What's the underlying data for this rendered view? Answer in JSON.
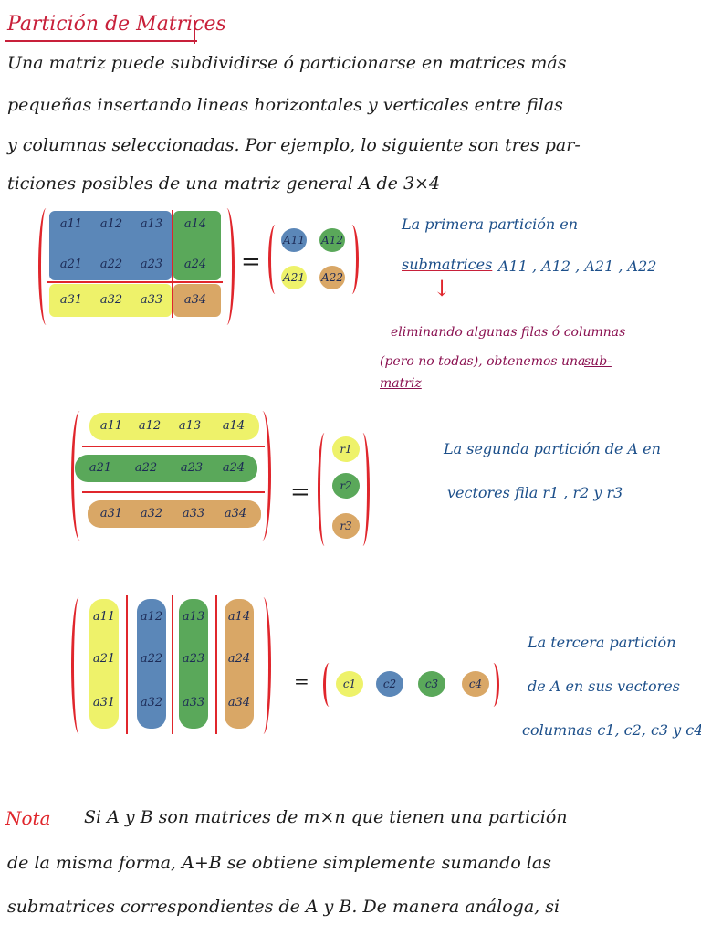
{
  "title": "Partición de Matrices",
  "paragraph": [
    "Una matriz puede subdividirse ó particionarse en matrices más",
    "pequeñas insertando lineas horizontales y verticales entre filas",
    "y columnas seleccionadas. Por ejemplo, lo siguiente son tres par-",
    "ticiones posibles de una matriz general A de 3×4"
  ],
  "matrix": {
    "rows": [
      [
        "a11",
        "a12",
        "a13",
        "a14"
      ],
      [
        "a21",
        "a22",
        "a23",
        "a24"
      ],
      [
        "a31",
        "a32",
        "a33",
        "a34"
      ]
    ]
  },
  "partition1": {
    "equals": "=",
    "blocks": [
      "A11",
      "A12",
      "A21",
      "A22"
    ],
    "note_line1": "La primera partición en",
    "note_underlined": "submatrices",
    "note_blocks": "A11 , A12 , A21 , A22",
    "arrow": "↓",
    "red_line1": "eliminando algunas filas ó columnas",
    "red_line2_a": "(pero no todas), obtenemos una",
    "red_sub": "sub-",
    "red_line3": "matriz"
  },
  "partition2": {
    "equals": "=",
    "rows_labels": [
      "r1",
      "r2",
      "r3"
    ],
    "note_line1": "La segunda partición de A en",
    "note_line2": "vectores fila r1 , r2 y r3"
  },
  "partition3": {
    "equals": "=",
    "col_labels": [
      "c1",
      "c2",
      "c3",
      "c4"
    ],
    "note_line1": "La tercera partición",
    "note_line2": "de A en sus vectores",
    "note_line3": "columnas c1, c2, c3 y c4."
  },
  "nota": {
    "label": "Nota",
    "line1": "Si A y B son matrices de m×n que tienen una partición",
    "line2": "de la misma forma, A+B se obtiene simplemente sumando las",
    "line3": "submatrices correspondientes de A y B. De manera análoga, si"
  },
  "colors": {
    "blue": "#5b87b8",
    "green": "#5aa85a",
    "yellow": "#eef26a",
    "orange": "#d9a766",
    "red": "#e0262c",
    "note_blue": "#1c4f8a",
    "note_purple": "#8a1050"
  }
}
